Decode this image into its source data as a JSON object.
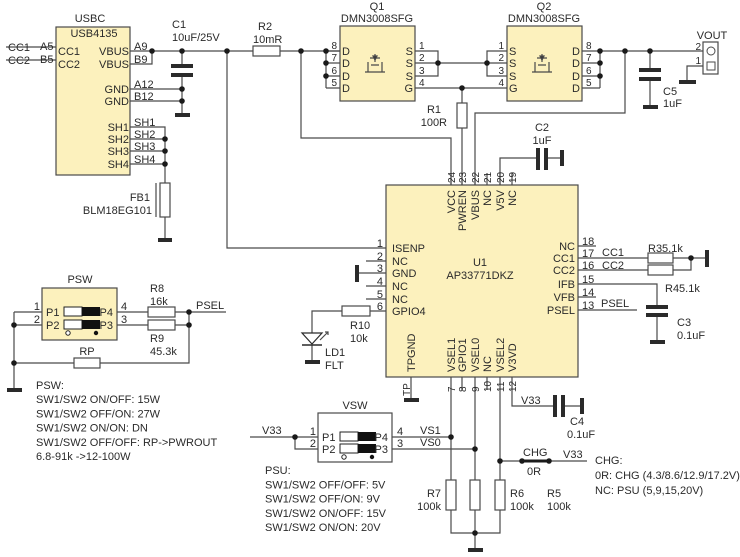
{
  "usbc": {
    "ref": "USBC",
    "part": "USB4135",
    "nets_left": [
      "CC1",
      "CC2"
    ],
    "pins_left": [
      "A5",
      "B5"
    ],
    "labels_left": [
      "CC1",
      "CC2"
    ],
    "labels_right": [
      "VBUS",
      "VBUS",
      "GND",
      "GND",
      "SH1",
      "SH2",
      "SH3",
      "SH4"
    ],
    "pins_right": [
      "A9",
      "B9",
      "A12",
      "B12",
      "SH1",
      "SH2",
      "SH3",
      "SH4"
    ]
  },
  "c1": {
    "ref": "C1",
    "value": "10uF/25V"
  },
  "r2": {
    "ref": "R2",
    "value": "10mR"
  },
  "fb1": {
    "ref": "FB1",
    "value": "BLM18EG101"
  },
  "q1": {
    "ref": "Q1",
    "part": "DMN3008SFG",
    "pins_left": [
      "8",
      "7",
      "6",
      "5"
    ],
    "labels_left": [
      "D",
      "D",
      "D",
      "D"
    ],
    "pins_right": [
      "1",
      "2",
      "3",
      "4"
    ],
    "labels_right": [
      "S",
      "S",
      "S",
      "G"
    ]
  },
  "q2": {
    "ref": "Q2",
    "part": "DMN3008SFG",
    "pins_left": [
      "1",
      "2",
      "3",
      "4"
    ],
    "labels_left": [
      "S",
      "S",
      "S",
      "G"
    ],
    "pins_right": [
      "8",
      "7",
      "6",
      "5"
    ],
    "labels_right": [
      "D",
      "D",
      "D",
      "D"
    ]
  },
  "r1": {
    "ref": "R1",
    "value": "100R"
  },
  "vout": {
    "label": "VOUT",
    "pins": [
      "2",
      "1"
    ]
  },
  "c5": {
    "ref": "C5",
    "value": "1uF"
  },
  "c2": {
    "ref": "C2",
    "value": "1uF"
  },
  "u1": {
    "ref": "U1",
    "part": "AP33771DKZ",
    "top_pins": [
      {
        "num": "24",
        "label": "VCC"
      },
      {
        "num": "23",
        "label": "PWREN"
      },
      {
        "num": "22",
        "label": "VBUS"
      },
      {
        "num": "21",
        "label": "NC"
      },
      {
        "num": "20",
        "label": "V5V"
      },
      {
        "num": "19",
        "label": "NC"
      }
    ],
    "left_pins": [
      {
        "num": "1",
        "label": "ISENP"
      },
      {
        "num": "2",
        "label": "NC"
      },
      {
        "num": "3",
        "label": "GND"
      },
      {
        "num": "4",
        "label": "NC"
      },
      {
        "num": "5",
        "label": "NC"
      },
      {
        "num": "6",
        "label": "GPIO4"
      }
    ],
    "right_pins": [
      {
        "num": "18",
        "label": "NC"
      },
      {
        "num": "17",
        "label": "CC1"
      },
      {
        "num": "16",
        "label": "CC2"
      },
      {
        "num": "15",
        "label": "IFB"
      },
      {
        "num": "14",
        "label": "VFB"
      },
      {
        "num": "13",
        "label": "PSEL"
      }
    ],
    "bottom_pins": [
      {
        "num": "7",
        "label": "VSEL1"
      },
      {
        "num": "8",
        "label": "GPIO1"
      },
      {
        "num": "9",
        "label": "VSEL0"
      },
      {
        "num": "10",
        "label": "NC"
      },
      {
        "num": "11",
        "label": "VSEL2"
      },
      {
        "num": "12",
        "label": "V3VD"
      }
    ],
    "tp_label": "TPGND",
    "tp_pin": "TP"
  },
  "r3": {
    "label": "R35.1k"
  },
  "r4": {
    "label": "R45.1k"
  },
  "c3": {
    "ref": "C3",
    "value": "0.1uF"
  },
  "c4": {
    "ref": "C4",
    "value": "0.1uF"
  },
  "r10": {
    "ref": "R10",
    "value": "10k"
  },
  "ld1": {
    "ref": "LD1",
    "value": "FLT"
  },
  "nets": {
    "cc1": "CC1",
    "cc2": "CC2",
    "psel": "PSEL",
    "psel_psw": "PSEL",
    "v33_c4": "V33",
    "v33_vsw": "V33",
    "v33_chg": "V33",
    "vs1": "VS1",
    "vs0": "VS0",
    "chg": "CHG"
  },
  "jumper": {
    "value": "0R"
  },
  "r7": {
    "ref": "R7",
    "value": "100k"
  },
  "r6": {
    "ref": "R6",
    "value": "100k"
  },
  "r5": {
    "ref": "R5",
    "value": "100k"
  },
  "psw": {
    "ref": "PSW",
    "labels": [
      "P1",
      "P2",
      "P4",
      "P3"
    ],
    "pins": [
      "1",
      "2",
      "4",
      "3"
    ]
  },
  "r8": {
    "ref": "R8",
    "value": "16k"
  },
  "r9": {
    "ref": "R9",
    "value": "45.3k"
  },
  "rp": {
    "ref": "RP"
  },
  "vsw": {
    "ref": "VSW",
    "labels": [
      "P1",
      "P2",
      "P4",
      "P3"
    ],
    "pins": [
      "1",
      "2",
      "4",
      "3"
    ]
  },
  "psw_notes": [
    "PSW:",
    "SW1/SW2 ON/OFF: 15W",
    "SW1/SW2 OFF/ON: 27W",
    "SW1/SW2 ON/ON: DN",
    "SW1/SW2 OFF/OFF: RP->PWROUT",
    "6.8-91k ->12-100W"
  ],
  "psu_notes": [
    "PSU:",
    "SW1/SW2 OFF/OFF: 5V",
    "SW1/SW2 OFF/ON: 9V",
    "SW1/SW2 ON/OFF: 15V",
    "SW1/SW2 ON/ON: 20V"
  ],
  "chg_notes": [
    "CHG:",
    "0R: CHG (4.3/8.6/12.9/17.2V)",
    "NC: PSU (5,9,15,20V)"
  ],
  "colors": {
    "component_fill": "#fcf1bd",
    "wire": "#4a4a4a"
  }
}
